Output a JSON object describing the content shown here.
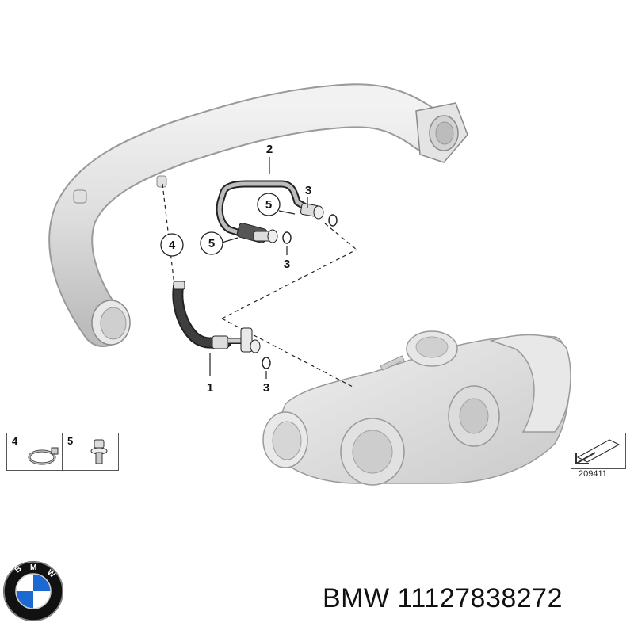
{
  "title": {
    "brand": "BMW",
    "part_number": "11127838272"
  },
  "callouts": {
    "c1": "1",
    "c2": "2",
    "c3a": "3",
    "c3b": "3",
    "c3c": "3",
    "c4": "4",
    "c5a": "5",
    "c5b": "5"
  },
  "legend": {
    "item4": "4",
    "item5": "5"
  },
  "diagram_number": "209411",
  "colors": {
    "part_dark": "#3a3a3a",
    "part_light": "#e6e6e6",
    "outline": "#888888",
    "bmw_blue": "#1c69d4"
  },
  "icons": [
    "bmw-logo-icon",
    "hose-clamp-icon",
    "bolt-icon",
    "orientation-arrow-icon"
  ]
}
